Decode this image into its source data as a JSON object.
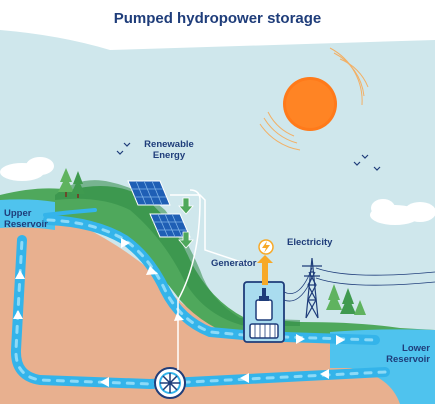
{
  "title": "Pumped hydropower storage",
  "labels": {
    "renewable_energy": [
      "Renewable",
      "Energy"
    ],
    "electricity": "Electricity",
    "generator": "Generator",
    "upper_reservoir": [
      "Upper",
      "Reservoir"
    ],
    "lower_reservoir": [
      "Lower",
      "Reservoir"
    ]
  },
  "colors": {
    "sky": "#cfe7ec",
    "hill_green": "#4fa85c",
    "hill_dark": "#2f8a45",
    "earth": "#e8b08f",
    "water": "#4fc3ee",
    "pipe": "#34b4ea",
    "title": "#1f3d7a",
    "sun": "#ff7a1a"
  }
}
